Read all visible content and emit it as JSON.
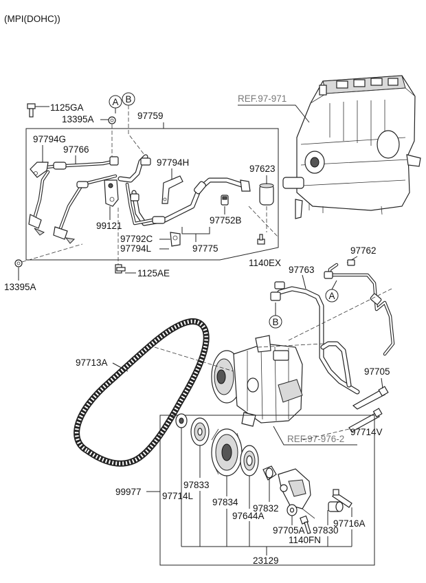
{
  "header": {
    "title": "(MPI(DOHC))"
  },
  "callouts": {
    "a": "A",
    "b": "B"
  },
  "references": {
    "hvac": "REF.97-971",
    "compressor": "REF.97-976-2"
  },
  "part_labels": {
    "p1125GA": "1125GA",
    "p13395A_top": "13395A",
    "p97759": "97759",
    "p97794G": "97794G",
    "p97766": "97766",
    "p97794H": "97794H",
    "p97623": "97623",
    "p99121": "99121",
    "p97752B": "97752B",
    "p97792C": "97792C",
    "p97794L": "97794L",
    "p97775": "97775",
    "p1140EX": "1140EX",
    "p13395A_bottom": "13395A",
    "p1125AE": "1125AE",
    "p97762": "97762",
    "p97763": "97763",
    "p97713A": "97713A",
    "p97705": "97705",
    "p97714V": "97714V",
    "p99977": "99977",
    "p97833": "97833",
    "p97714L": "97714L",
    "p97834": "97834",
    "p97832": "97832",
    "p97644A": "97644A",
    "p97705A": "97705A",
    "p97830": "97830",
    "p97716A": "97716A",
    "p1140FN": "1140FN",
    "p23129": "23129"
  }
}
